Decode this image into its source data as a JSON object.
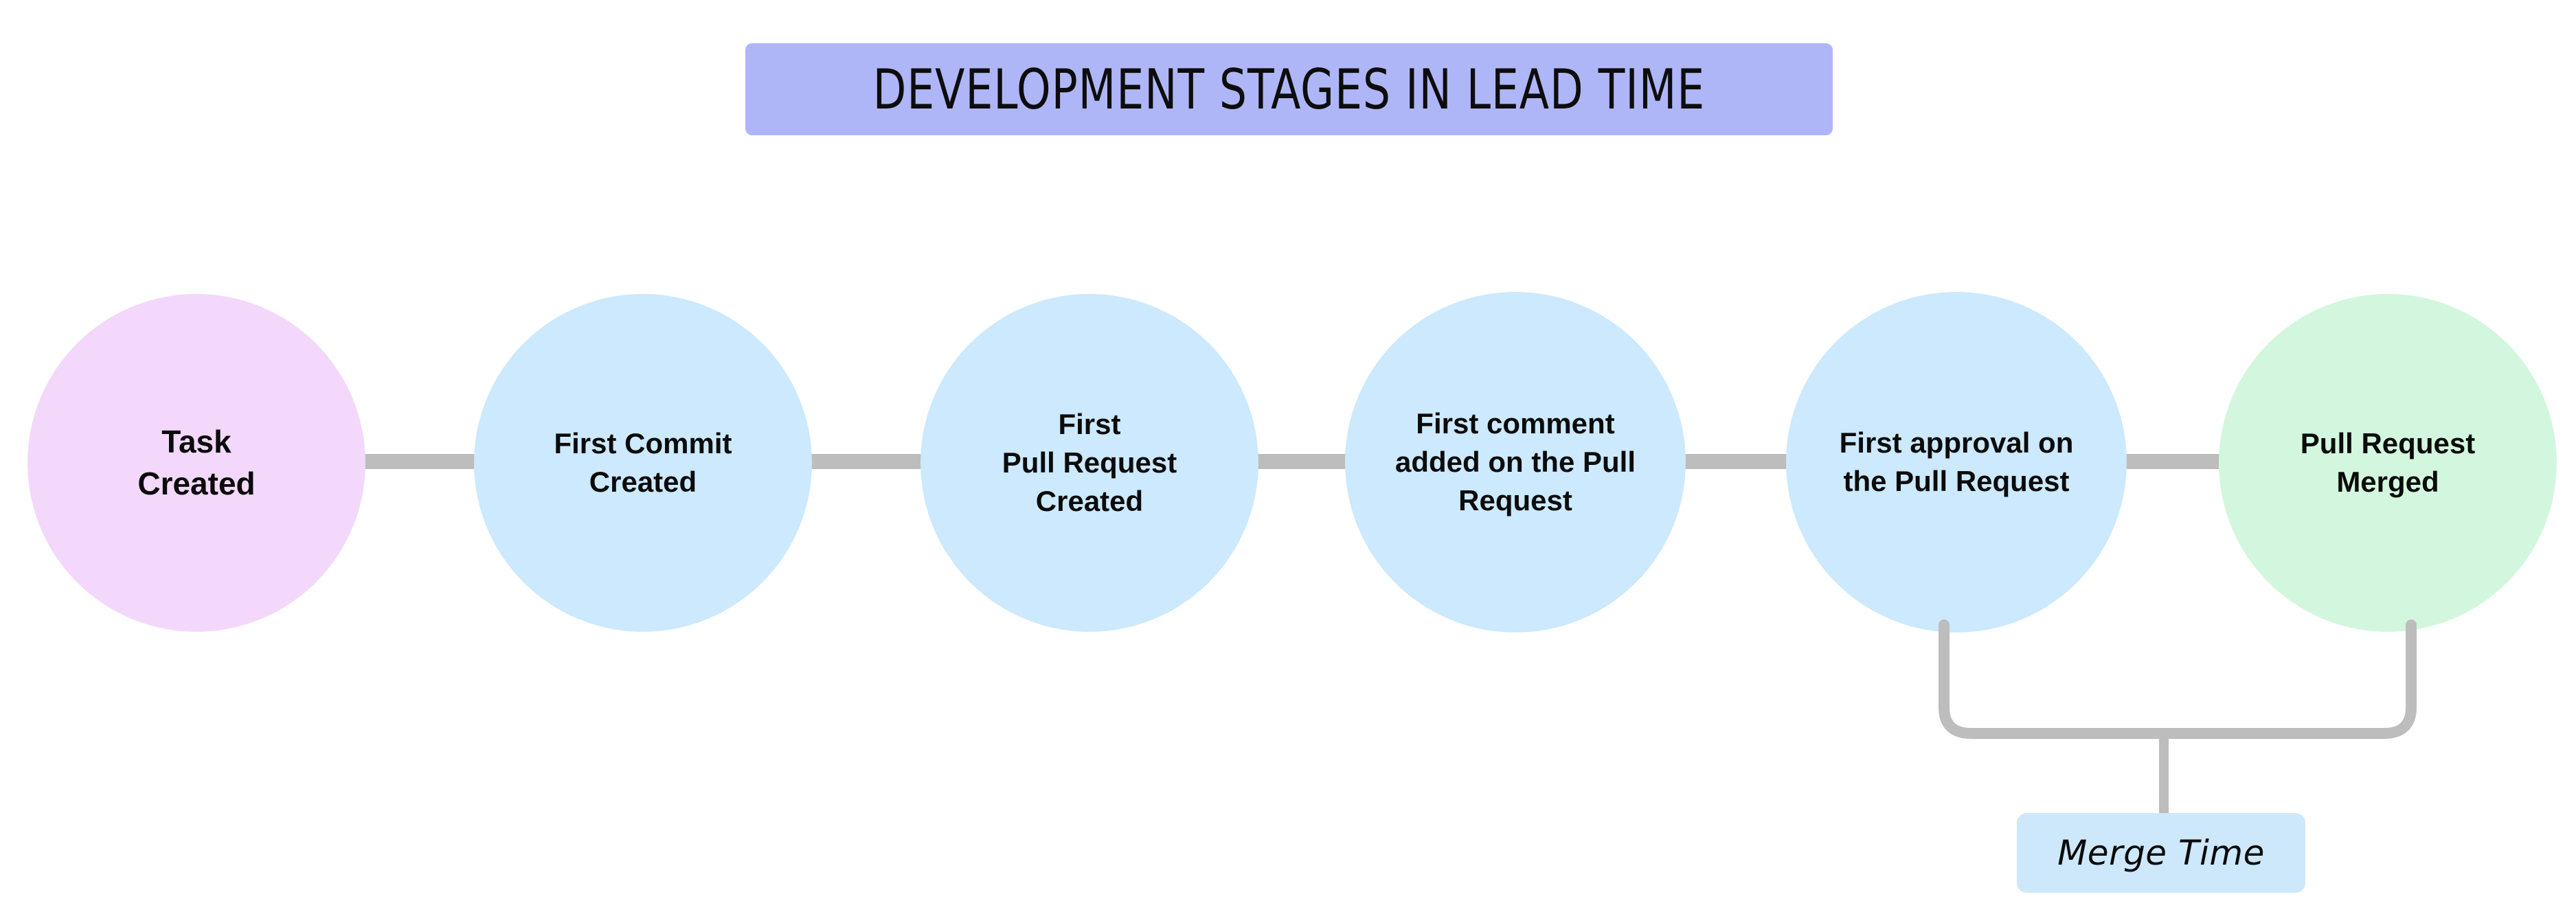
{
  "title": {
    "text": "DEVELOPMENT STAGES IN LEAD TIME",
    "background_color": "#AFB6F7",
    "text_color": "#0d0d0d"
  },
  "colors": {
    "start_node": "#F3D8FB",
    "stage_node": "#CCE9FD",
    "end_node": "#D2F7DE",
    "connector": "#BDBDBD",
    "annotation_badge": "#CDE8FB",
    "canvas": "#FFFFFF"
  },
  "flow": {
    "nodes": [
      {
        "id": "task-created",
        "label": "Task\nCreated",
        "fill": "#F3D8FB"
      },
      {
        "id": "first-commit",
        "label": "First Commit\nCreated",
        "fill": "#CCE9FD"
      },
      {
        "id": "first-pull-request",
        "label": "First\nPull Request\nCreated",
        "fill": "#CCE9FD"
      },
      {
        "id": "first-comment",
        "label": "First comment\nadded on the Pull\nRequest",
        "fill": "#CCE9FD"
      },
      {
        "id": "first-approval",
        "label": "First approval on\nthe Pull Request",
        "fill": "#CCE9FD"
      },
      {
        "id": "pull-request-merged",
        "label": "Pull Request\nMerged",
        "fill": "#D2F7DE"
      }
    ],
    "connectors": [
      {
        "from": "task-created",
        "to": "first-commit"
      },
      {
        "from": "first-commit",
        "to": "first-pull-request"
      },
      {
        "from": "first-pull-request",
        "to": "first-comment"
      },
      {
        "from": "first-comment",
        "to": "first-approval"
      },
      {
        "from": "first-approval",
        "to": "pull-request-merged"
      }
    ],
    "annotations": [
      {
        "id": "merge-time",
        "label": "Merge Time",
        "spans_from": "first-approval",
        "spans_to": "pull-request-merged",
        "background_color": "#CDE8FB"
      }
    ]
  }
}
